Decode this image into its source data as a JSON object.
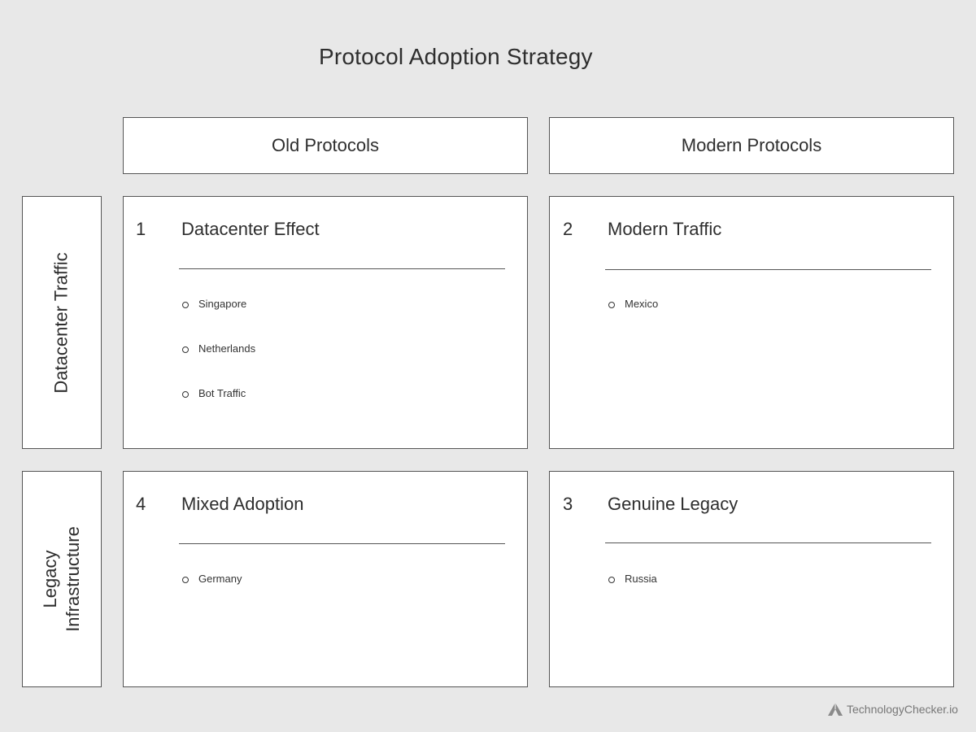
{
  "title": "Protocol Adoption Strategy",
  "columns": [
    "Old Protocols",
    "Modern Protocols"
  ],
  "rows": {
    "top": {
      "lines": [
        "Datacenter Traffic"
      ]
    },
    "bottom": {
      "lines": [
        "Legacy",
        "Infrastructure"
      ]
    }
  },
  "quadrants": {
    "top_left": {
      "number": "1",
      "title": "Datacenter Effect",
      "items": [
        "Singapore",
        "Netherlands",
        "Bot Traffic"
      ]
    },
    "top_right": {
      "number": "2",
      "title": "Modern Traffic",
      "items": [
        "Mexico"
      ]
    },
    "bottom_left": {
      "number": "4",
      "title": "Mixed Adoption",
      "items": [
        "Germany"
      ]
    },
    "bottom_right": {
      "number": "3",
      "title": "Genuine Legacy",
      "items": [
        "Russia"
      ]
    }
  },
  "brand": {
    "text": "TechnologyChecker.io",
    "icon": "triangle-logo-icon"
  }
}
